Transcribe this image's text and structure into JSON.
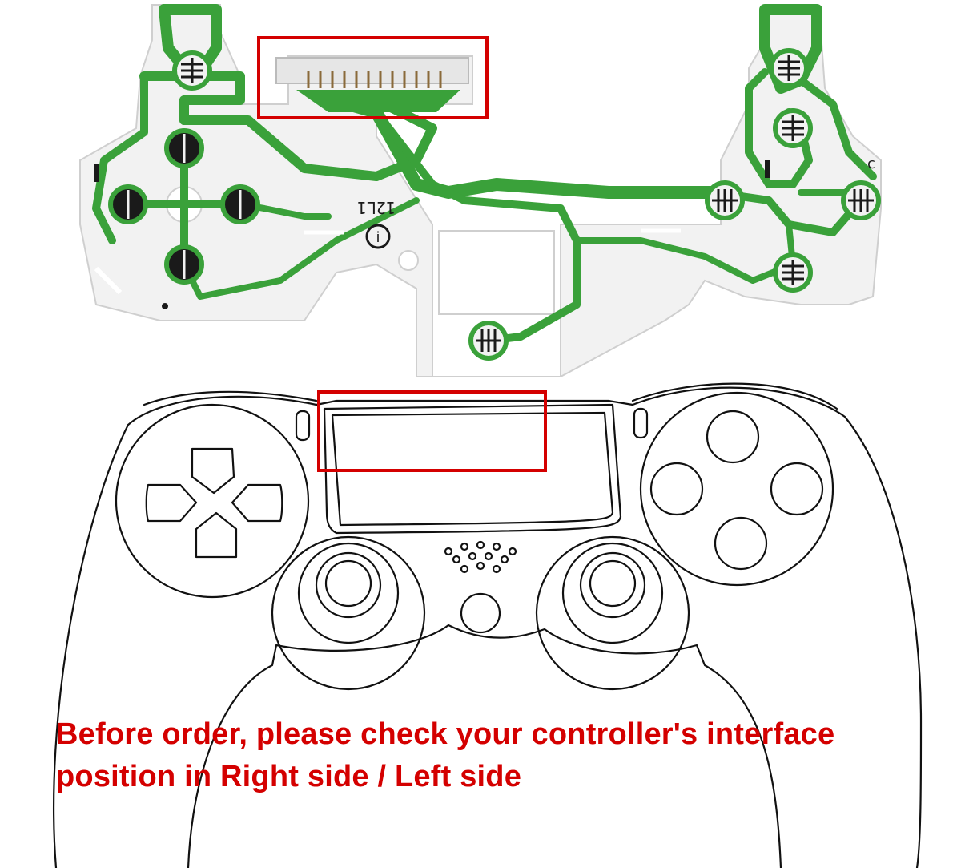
{
  "ribbon": {
    "board_code": "12L1"
  },
  "notice": {
    "line1": "Before order, please check your controller's interface",
    "line2": "position in Right side / Left side"
  },
  "colors": {
    "trace_green": "#3aa13a",
    "board_white": "#f2f2f2",
    "highlight_red": "#d40000",
    "outline": "#111111"
  }
}
